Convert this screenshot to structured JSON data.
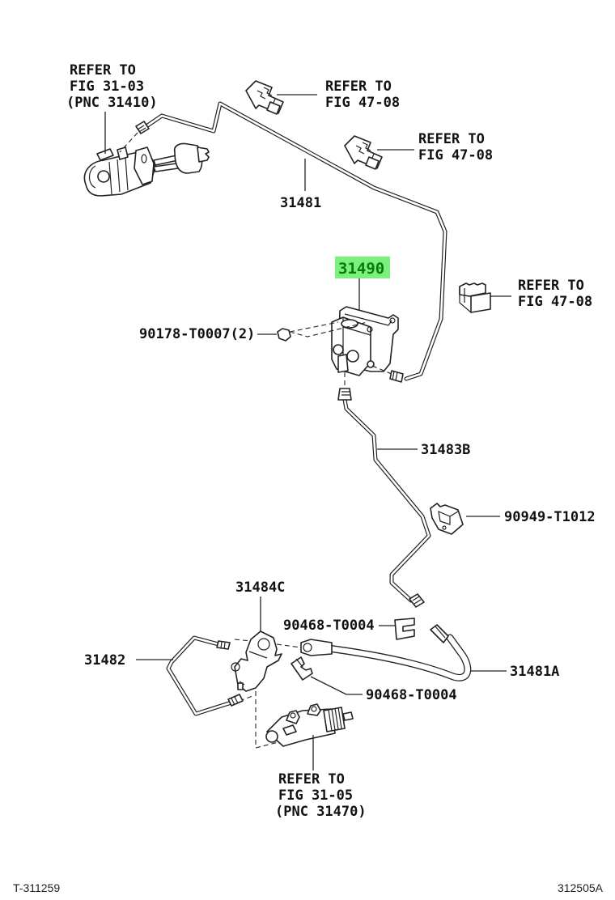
{
  "diagram": {
    "title_code_left": "T-311259",
    "title_code_right": "312505A",
    "highlight_color": "#7CF07C",
    "highlight_text_color": "#0a7a0a",
    "callouts": {
      "master_cyl_ref": {
        "line1": "REFER TO",
        "line2": "FIG 31-03",
        "line3": "(PNC 31410)"
      },
      "clamp_ref_1": {
        "line1": "REFER TO",
        "line2": "FIG 47-08"
      },
      "clamp_ref_2": {
        "line1": "REFER TO",
        "line2": "FIG 47-08"
      },
      "clamp_ref_3": {
        "line1": "REFER TO",
        "line2": "FIG 47-08"
      },
      "tube_31481": "31481",
      "accumulator_31490": "31490",
      "bolt_90178": "90178-T0007(2)",
      "tube_31483b": "31483B",
      "clamp_90949": "90949-T1012",
      "bracket_31484c": "31484C",
      "clip_upper_90468": "90468-T0004",
      "tube_31482": "31482",
      "hose_31481a": "31481A",
      "clip_lower_90468": "90468-T0004",
      "release_cyl_ref": {
        "line1": "REFER TO",
        "line2": "FIG 31-05",
        "line3": "(PNC 31470)"
      }
    }
  }
}
